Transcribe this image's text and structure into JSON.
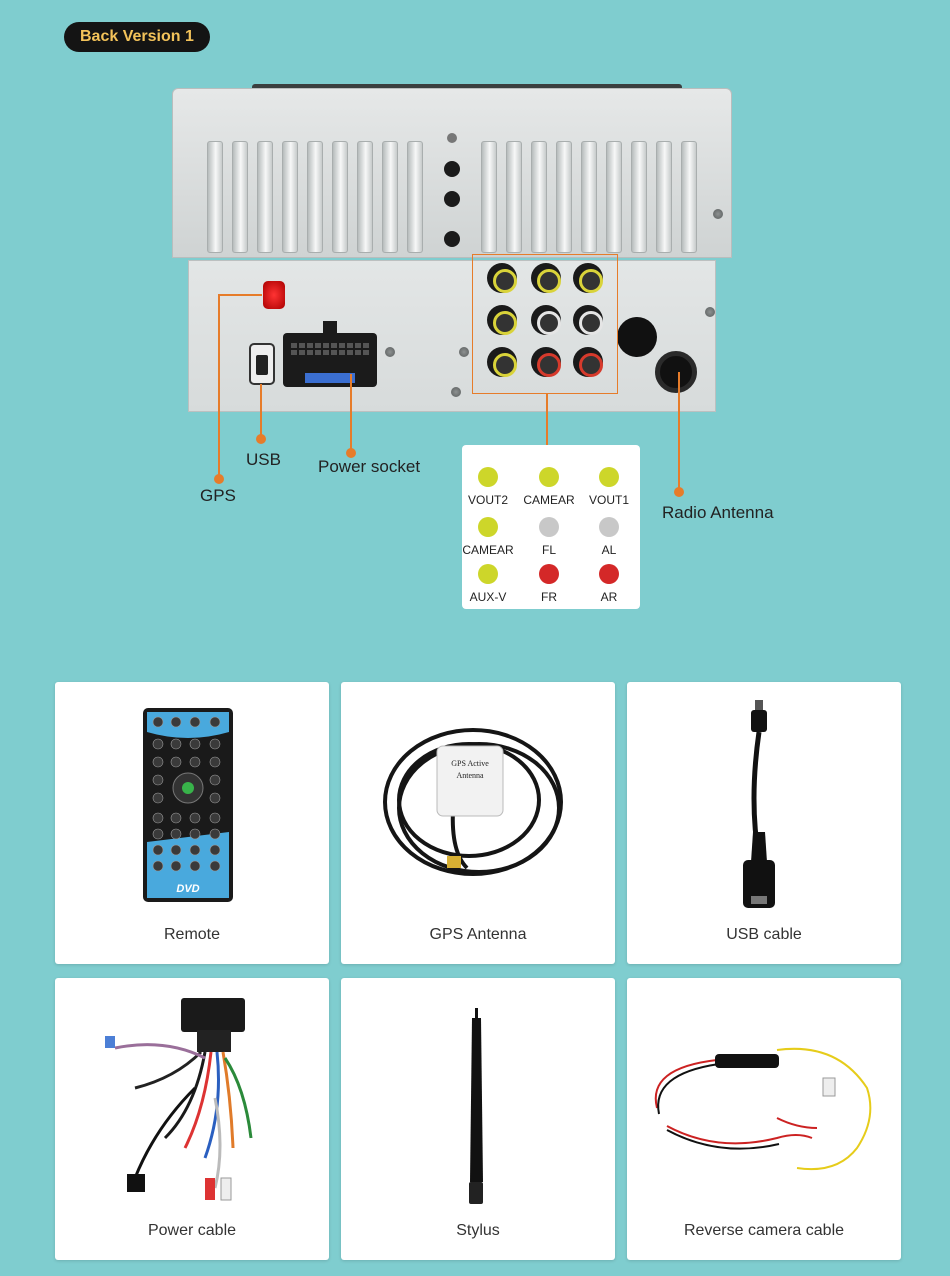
{
  "badge": "Back Version 1",
  "callouts": {
    "gps": "GPS",
    "usb": "USB",
    "power_socket": "Power socket",
    "radio_antenna": "Radio Antenna"
  },
  "legend": [
    {
      "label": "VOUT2",
      "color": "#cdd62a"
    },
    {
      "label": "CAMEAR",
      "color": "#cdd62a"
    },
    {
      "label": "VOUT1",
      "color": "#cdd62a"
    },
    {
      "label": "CAMEAR",
      "color": "#cdd62a"
    },
    {
      "label": "FL",
      "color": "#c8c8c8"
    },
    {
      "label": "AL",
      "color": "#c8c8c8"
    },
    {
      "label": "AUX-V",
      "color": "#cdd62a"
    },
    {
      "label": "FR",
      "color": "#d42828"
    },
    {
      "label": "AR",
      "color": "#d42828"
    }
  ],
  "accessories": [
    {
      "label": "Remote",
      "icon": "remote-control-icon"
    },
    {
      "label": "GPS Antenna",
      "icon": "gps-antenna-icon"
    },
    {
      "label": "USB cable",
      "icon": "usb-cable-icon"
    },
    {
      "label": "Power cable",
      "icon": "power-harness-icon"
    },
    {
      "label": "Stylus",
      "icon": "stylus-icon"
    },
    {
      "label": "Reverse camera cable",
      "icon": "camera-cable-icon"
    }
  ],
  "gps_label_text": {
    "line1": "GPS Active",
    "line2": "Antenna"
  },
  "remote_logo": "DVD",
  "colors": {
    "background": "#7fcdcf",
    "accent": "#e67c2a",
    "badge_text": "#f3c35a"
  }
}
